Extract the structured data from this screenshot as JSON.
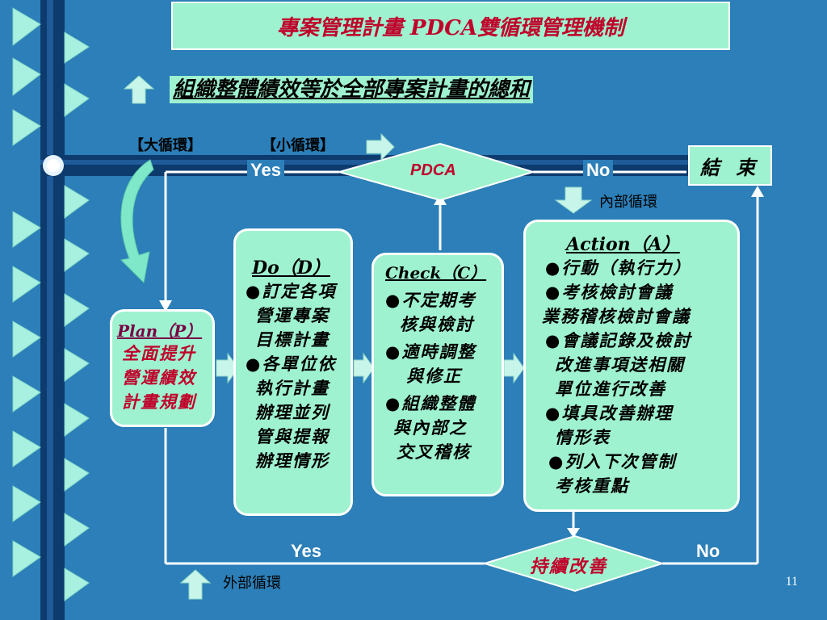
{
  "title": "專案管理計畫 PDCA雙循環管理機制",
  "subtitle": "組織整體績效等於全部專案計畫的總和",
  "labels": {
    "big_cycle": "【大循環】",
    "small_cycle": "【小循環】",
    "internal_cycle": "內部循環",
    "external_cycle": "外部循環",
    "yes_top": "Yes",
    "no_top": "No",
    "yes_bottom": "Yes",
    "no_bottom": "No"
  },
  "pdca": "PDCA",
  "end": "結 束",
  "continuous": "持續改善",
  "plan": {
    "header": "Plan（P）",
    "lines": [
      "全面提升",
      "營運績效",
      "計畫規劃"
    ]
  },
  "do": {
    "header": "Do（D）",
    "lines": [
      "●訂定各項",
      "營運專案",
      "目標計畫",
      "●各單位依",
      "執行計畫",
      "辦理並列",
      "管與提報",
      "辦理情形"
    ]
  },
  "check": {
    "header": "Check（C）",
    "lines": [
      "●不定期考",
      "核與檢討",
      "●適時調整",
      "與修正",
      "●組織整體",
      "與內部之",
      "交叉稽核"
    ]
  },
  "action": {
    "header": "Action（A）",
    "lines": [
      "●行動（執行力）",
      "●考核檢討會議",
      "業務稽核檢討會議",
      "●會議記錄及檢討",
      "改進事項送相關",
      "單位進行改善",
      "●填具改善辦理",
      "情形表",
      "●列入下次管制",
      "考核重點"
    ]
  },
  "page_number": "11",
  "colors": {
    "background": "#2c7fb8",
    "box_fill": "#9ef2d0",
    "title_red": "#c0002a",
    "plan_header": "#7a0044"
  }
}
